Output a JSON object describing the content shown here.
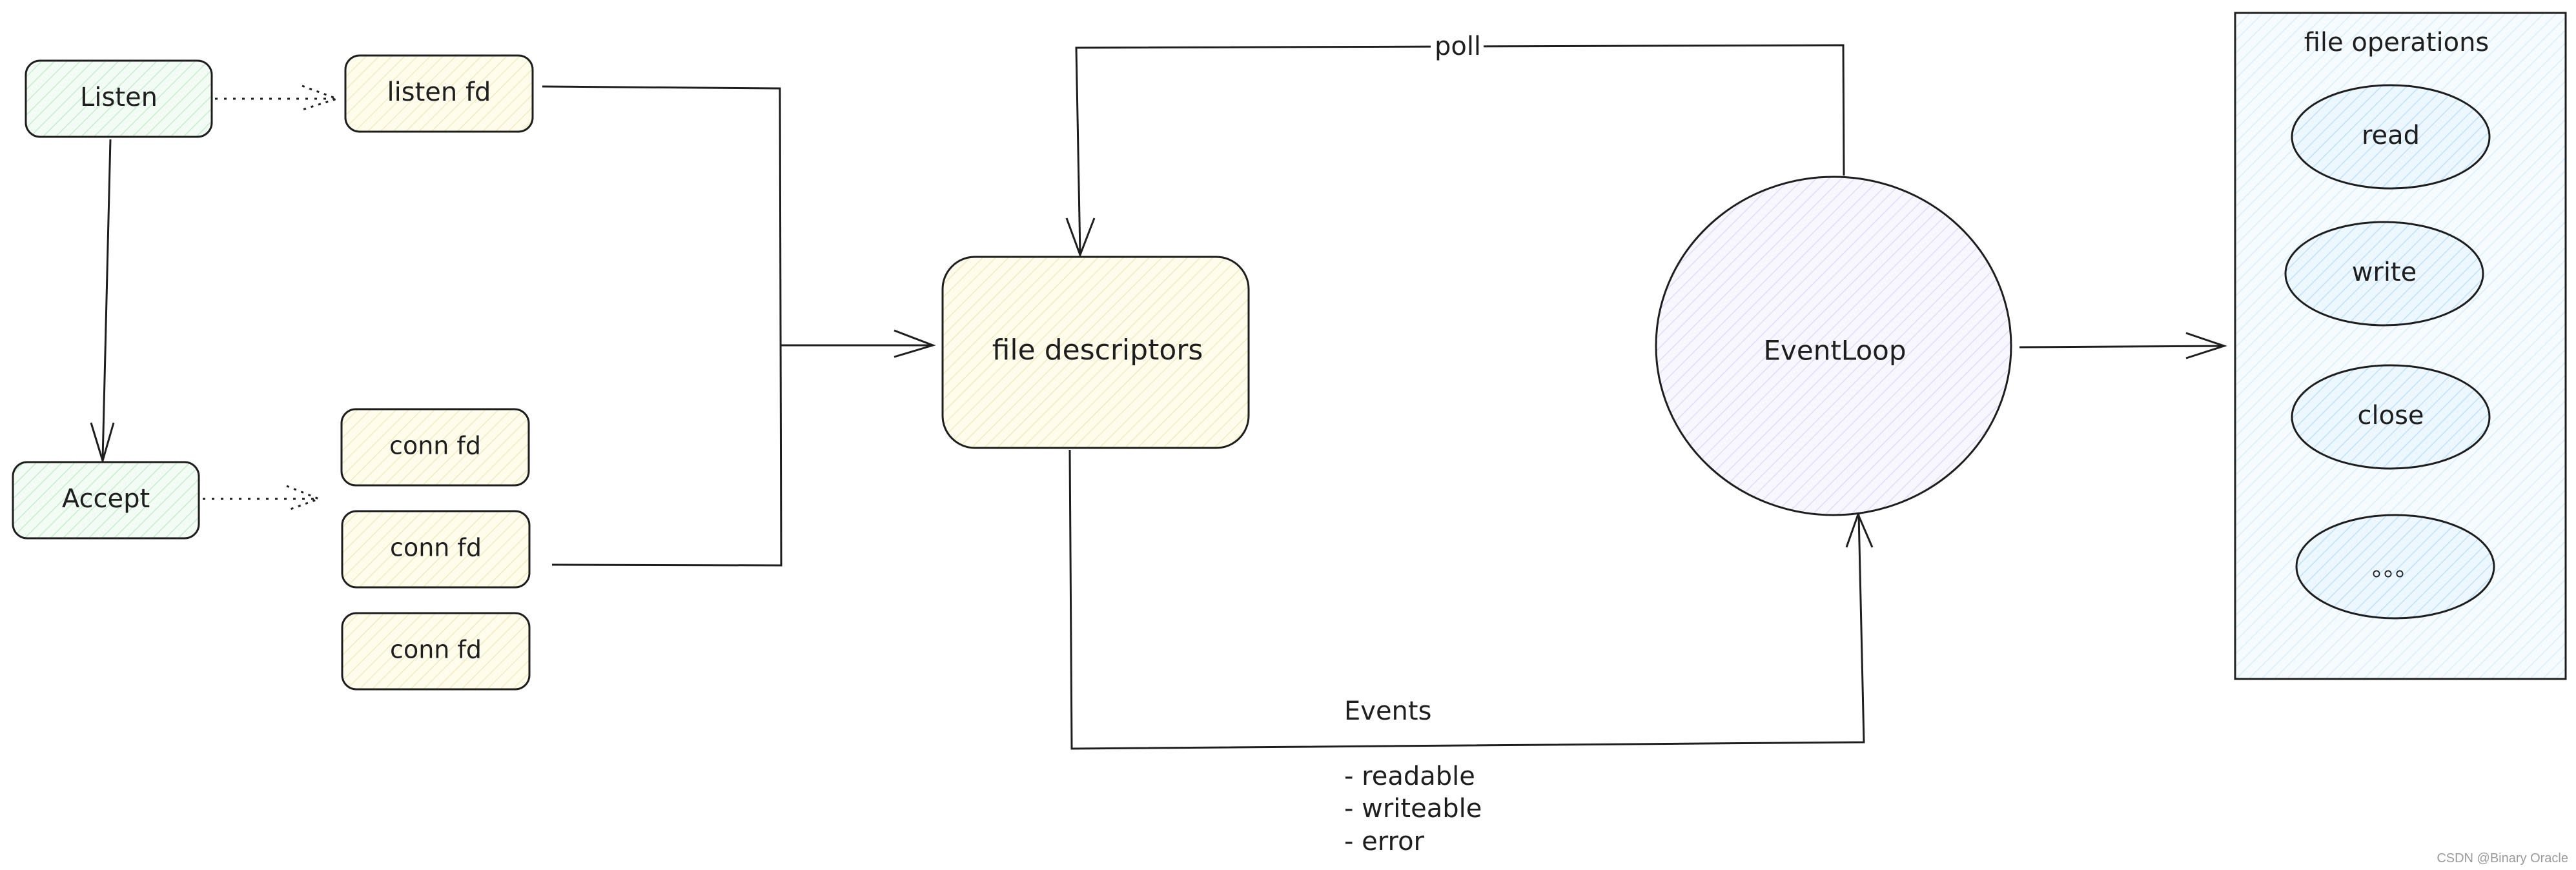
{
  "diagram": {
    "nodes": {
      "listen": "Listen",
      "accept": "Accept",
      "listen_fd": "listen fd",
      "conn_fd_1": "conn fd",
      "conn_fd_2": "conn fd",
      "conn_fd_3": "conn fd",
      "file_descriptors": "file descriptors",
      "event_loop": "EventLoop"
    },
    "edges": {
      "poll": "poll",
      "events_title": "Events",
      "event_readable": "- readable",
      "event_writeable": "- writeable",
      "event_error": "- error"
    },
    "file_operations": {
      "title": "file operations",
      "items": [
        "read",
        "write",
        "close",
        "。。。"
      ]
    }
  },
  "watermark": "CSDN @Binary Oracle",
  "colors": {
    "stroke": "#1e1e1e",
    "green_fill": "#ebfbee",
    "yellow_fill": "#fffbe6",
    "purple_fill": "#f3f0ff",
    "blue_fill": "#e7f5ff",
    "panel_fill": "#f2f9ff"
  }
}
